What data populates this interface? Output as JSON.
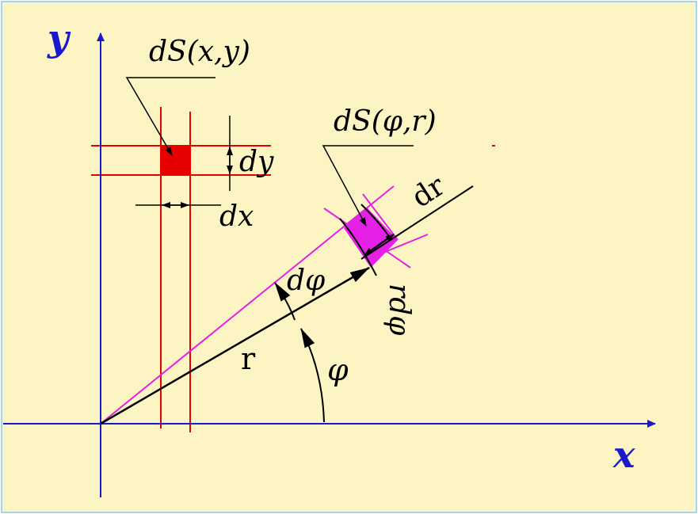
{
  "labels": {
    "y_axis": "y",
    "x_axis": "x",
    "ds_cartesian": "dS(x,y)",
    "ds_polar": "dS(φ,r)",
    "dy": "dy",
    "dx": "dx",
    "dr": "dr",
    "dphi": "dφ",
    "r_dphi": "rdφ",
    "radius": "r",
    "phi": "φ"
  },
  "colors": {
    "background": "#fdf4c3",
    "axis": "#1a1acc",
    "cartesian_grid": "#e60000",
    "cartesian_element": "#e60000",
    "polar_lines": "#e621e6",
    "polar_element": "#e621e6",
    "ink": "#000000"
  }
}
